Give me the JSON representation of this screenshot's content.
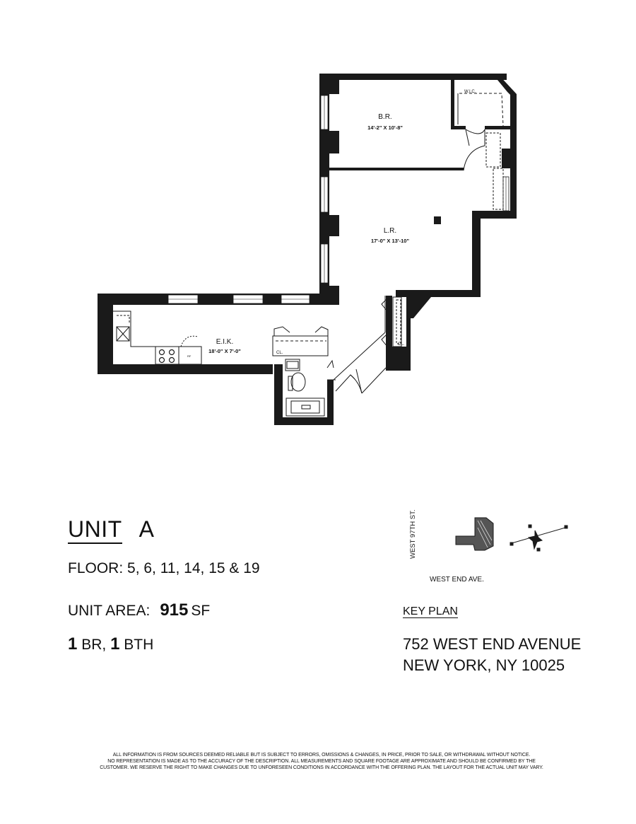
{
  "rooms": {
    "bedroom": {
      "label": "B.R.",
      "dims": "14'-2\" X 10'-8\""
    },
    "living": {
      "label": "L.R.",
      "dims": "17'-0\" X 13'-10\""
    },
    "kitchen": {
      "label": "E.I.K.",
      "dims": "18'-0\" X 7'-0\""
    },
    "wic": "W.I.C.",
    "closet_left": "CL.",
    "closet_right": "CL.",
    "fridge": "RF"
  },
  "unit": {
    "prefix": "UNIT",
    "letter": "A",
    "floors": "FLOOR:  5, 6, 11, 14, 15 & 19",
    "area_label": "UNIT AREA:",
    "area_value": "915",
    "area_unit": "SF",
    "br_count": "1",
    "br_label": "BR,",
    "bath_count": "1",
    "bath_label": "BTH"
  },
  "key_plan": {
    "title": "KEY PLAN",
    "street_vertical": "WEST 97TH ST.",
    "street_horizontal": "WEST END AVE."
  },
  "address": {
    "line1": "752 WEST END AVENUE",
    "line2": "NEW YORK, NY 10025"
  },
  "disclaimer": {
    "line1": "ALL INFORMATION IS FROM SOURCES DEEMED RELIABLE BUT IS SUBJECT TO ERRORS, OMISSIONS & CHANGES, IN PRICE, PRIOR TO SALE, OR WITHDRAWAL WITHOUT NOTICE.",
    "line2": "NO REPRESENTATION IS MADE AS TO THE ACCURACY OF THE DESCRIPTION.  ALL MEASUREMENTS AND SQUARE FOOTAGE ARE APPROXIMATE AND SHOULD BE CONFIRMED BY THE",
    "line3": "CUSTOMER. WE RESERVE THE RIGHT TO MAKE CHANGES DUE TO UNFORESEEN CONDITIONS IN ACCORDANCE WITH THE OFFERING PLAN. THE LAYOUT FOR THE ACTUAL UNIT MAY VARY."
  }
}
